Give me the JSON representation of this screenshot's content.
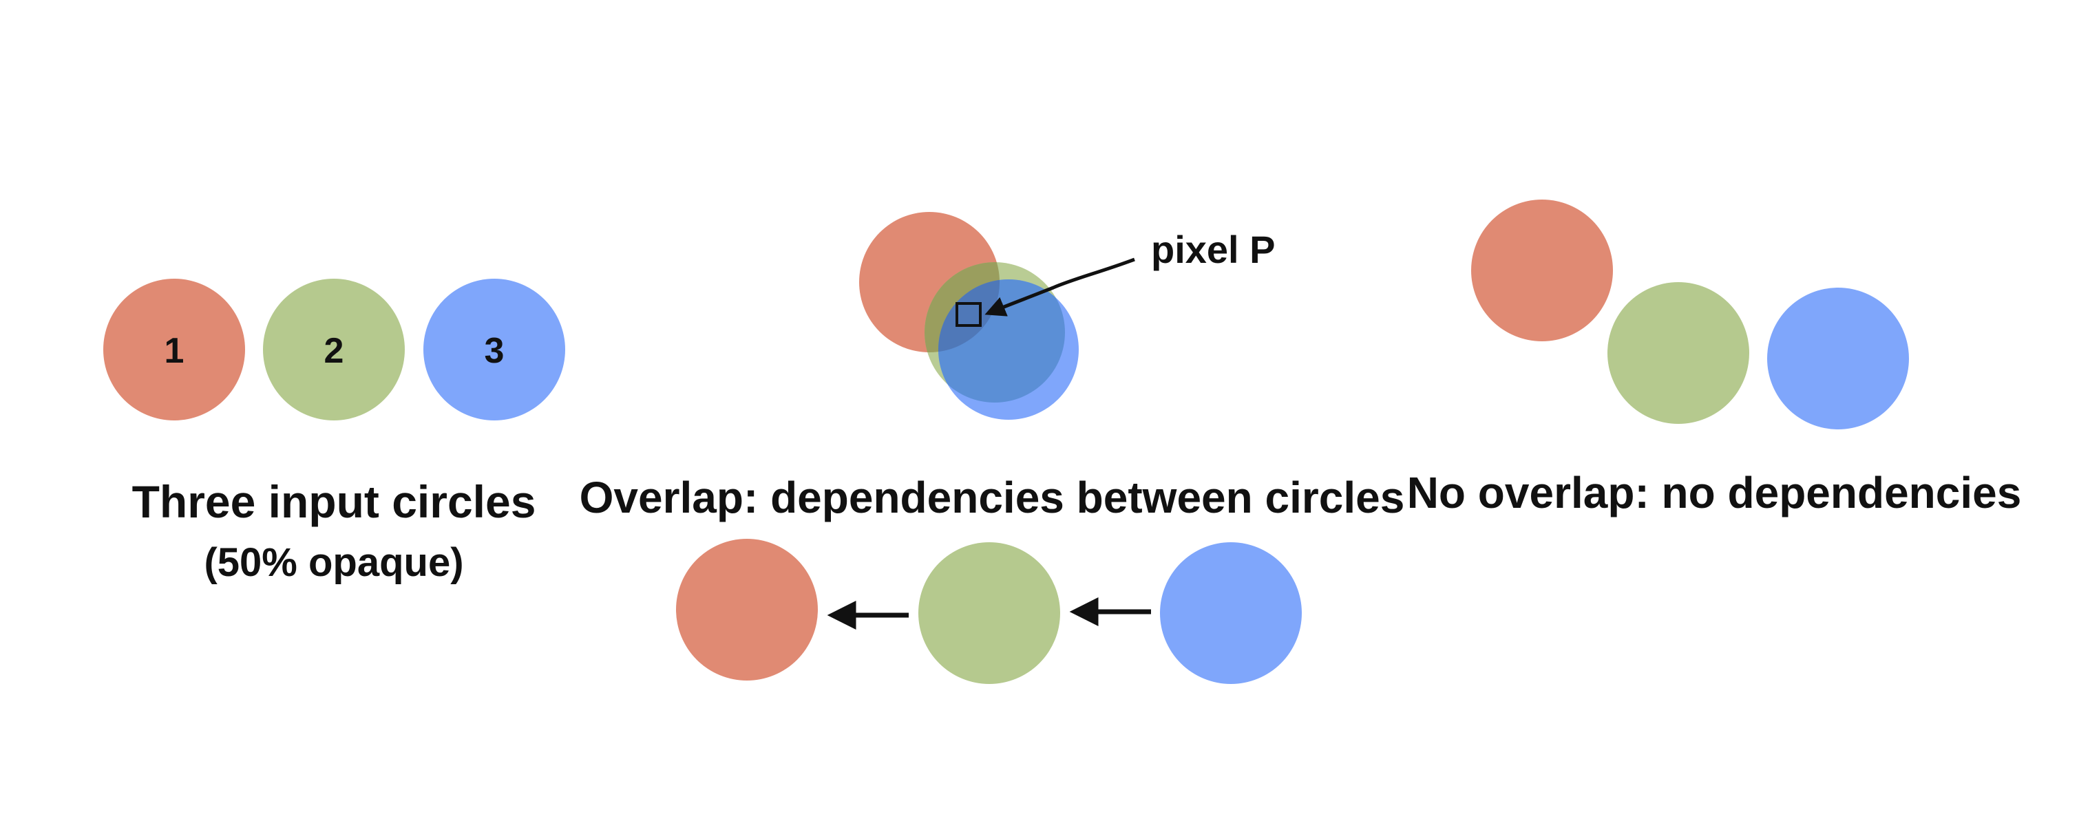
{
  "colors": {
    "red": "#E08A73",
    "green": "#B5C98E",
    "blue": "#7FA6FB",
    "blue_over": "#5B8FD6",
    "olive_over": "#9A9E5E",
    "ink": "#111111"
  },
  "panel_input": {
    "circles": [
      {
        "label": "1",
        "color": "red"
      },
      {
        "label": "2",
        "color": "green"
      },
      {
        "label": "3",
        "color": "blue"
      }
    ],
    "title": "Three input circles",
    "subtitle": "(50% opaque)"
  },
  "panel_overlap": {
    "pixel_label": "pixel P",
    "title": "Overlap: dependencies between circles",
    "dependency_chain": [
      "red",
      "green",
      "blue"
    ]
  },
  "panel_no_overlap": {
    "title": "No overlap: no dependencies"
  }
}
